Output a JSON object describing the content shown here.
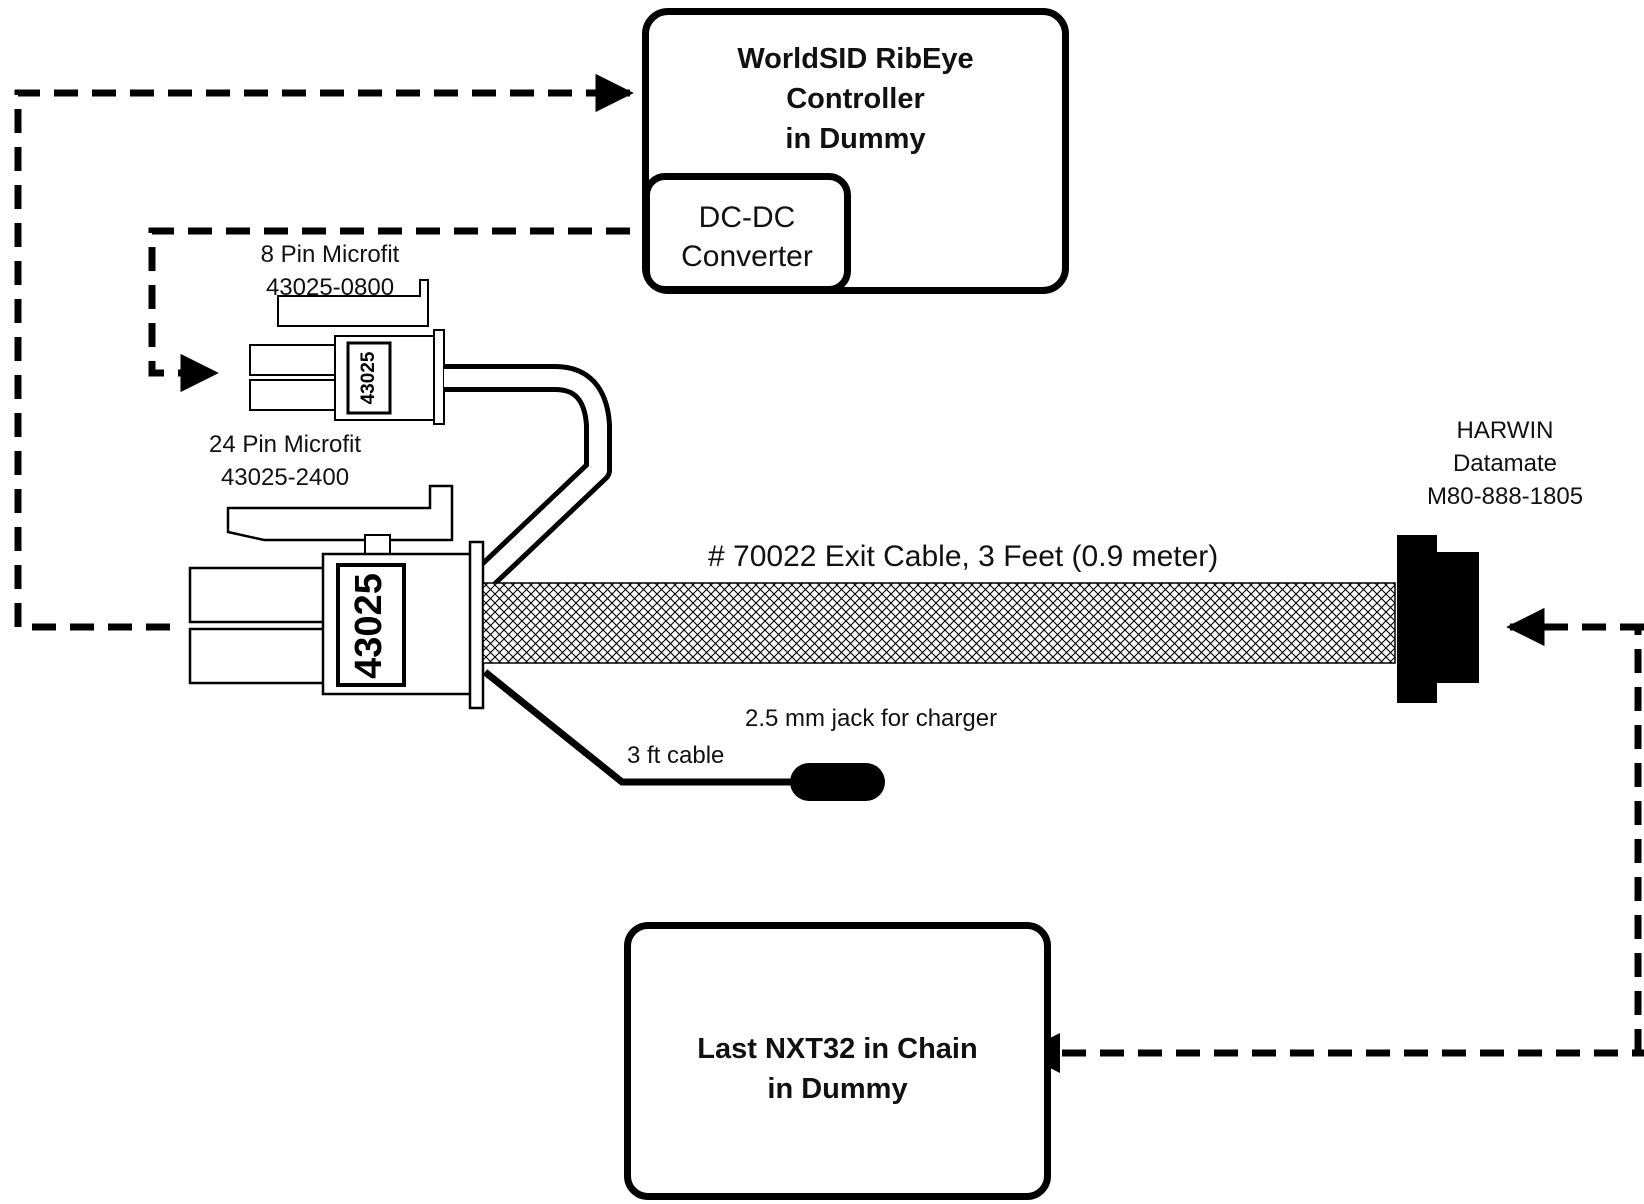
{
  "controller_box": {
    "title_lines": [
      "WorldSID RibEye",
      "Controller",
      "in Dummy"
    ]
  },
  "dcdc_box": {
    "lines": [
      "DC-DC",
      "Converter"
    ]
  },
  "connector_8pin": {
    "lines": [
      "8 Pin Microfit",
      "43025-0800"
    ],
    "body_marking": "43025"
  },
  "connector_24pin": {
    "lines": [
      "24 Pin  Microfit",
      "43025-2400"
    ],
    "body_marking": "43025"
  },
  "harwin_connector": {
    "lines": [
      "HARWIN",
      "Datamate",
      "M80-888-1805"
    ]
  },
  "exit_cable": {
    "label": "# 70022 Exit Cable,  3 Feet (0.9 meter)"
  },
  "charger_jack": {
    "label": "2.5 mm jack for charger",
    "cable_label": "3 ft cable"
  },
  "nxt32_box": {
    "title_lines": [
      "Last NXT32 in Chain",
      "in Dummy"
    ]
  },
  "colors": {
    "stroke": "#000000",
    "background": "#ffffff"
  }
}
